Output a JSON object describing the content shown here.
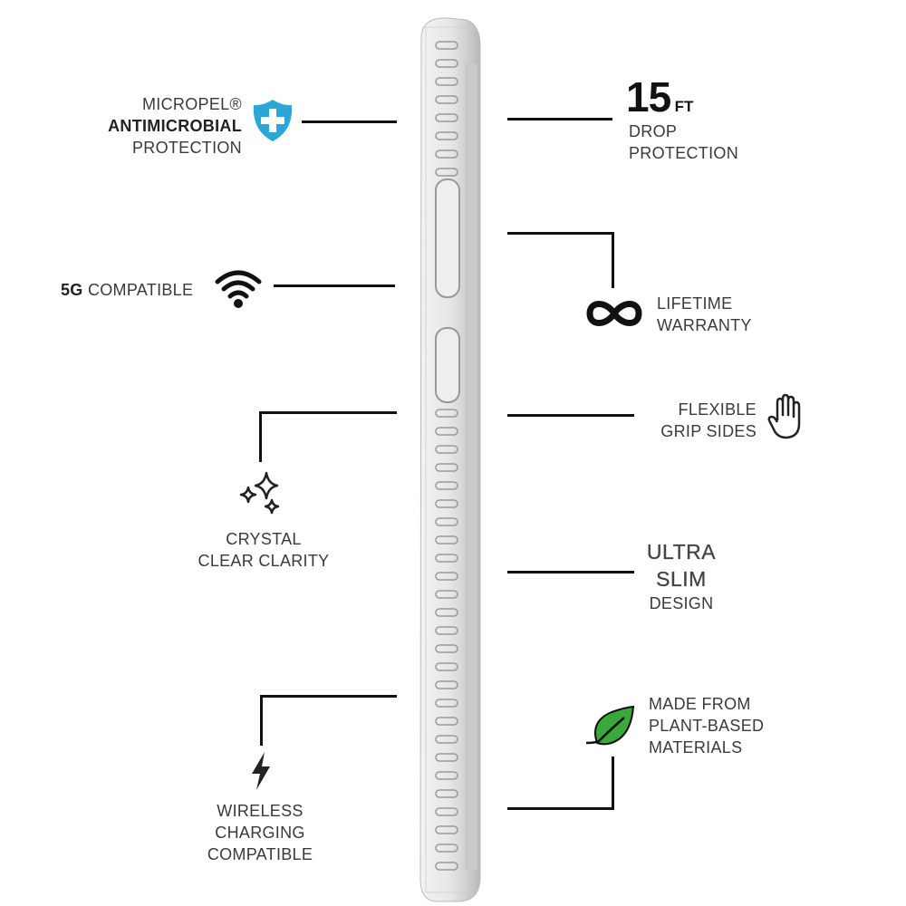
{
  "features": {
    "antimicrobial": {
      "line1": "MICROPEL®",
      "line2": "ANTIMICROBIAL",
      "line3": "PROTECTION"
    },
    "fiveg": {
      "bold": "5G",
      "text": "COMPATIBLE"
    },
    "crystal": {
      "line1": "CRYSTAL",
      "line2": "CLEAR CLARITY"
    },
    "wireless": {
      "line1": "WIRELESS",
      "line2": "CHARGING",
      "line3": "COMPATIBLE"
    },
    "drop": {
      "number": "15",
      "unit": "FT",
      "line1": "DROP",
      "line2": "PROTECTION"
    },
    "warranty": {
      "line1": "LIFETIME",
      "line2": "WARRANTY"
    },
    "grip": {
      "line1": "FLEXIBLE",
      "line2": "GRIP SIDES"
    },
    "slim": {
      "line1": "ULTRA",
      "line2": "SLIM",
      "line3": "DESIGN"
    },
    "plant": {
      "line1": "MADE FROM",
      "line2": "PLANT-BASED",
      "line3": "MATERIALS"
    }
  },
  "colors": {
    "shield": "#2aa6d9",
    "leaf": "#2e9e2e",
    "line": "#111111"
  }
}
